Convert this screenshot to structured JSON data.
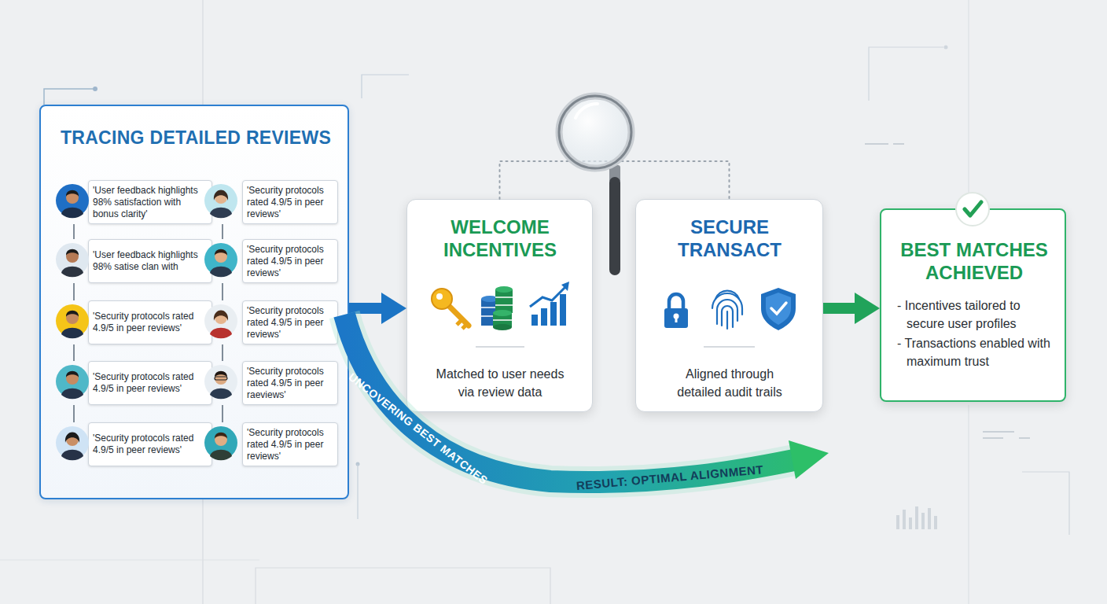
{
  "diagram": {
    "nodes": [
      {
        "text": [
          "TRACING DETAILED REVIEWS"
        ]
      },
      {
        "text": [
          "'User feedback highlights 98% satisfaction with bonus clarity'"
        ],
        "in": 0
      },
      {
        "text": [
          "'Security protocols rated 4.9/5 in peer reviews'"
        ],
        "in": 0
      },
      {
        "text": [
          "'User feedback highlights 98% satise clan with"
        ],
        "in": 0
      },
      {
        "text": [
          "'Security protocols rated 4.9/5 in peer reviews'"
        ],
        "in": 0
      },
      {
        "text": [
          "'Security protocols rated 4.9/5 in peer reviews'"
        ],
        "in": 0
      },
      {
        "text": [
          "'Security protocols rated 4.9/5 in peer reviews'"
        ],
        "in": 0
      },
      {
        "text": [
          "'Security protocols rated 4.9/5 in peer reviews'"
        ],
        "in": 0
      },
      {
        "text": [
          "'Security protocols rated 4.9/5 in peer raeviews'"
        ],
        "in": 0
      },
      {
        "text": [
          "'Security protocols rated 4.9/5 in peer reviews'"
        ],
        "in": 0
      },
      {
        "text": [
          "'Security protocols rated 4.9/5 in peer reviews'"
        ],
        "in": 0
      },
      {
        "text": [
          "WELCOME INCENTIVES",
          "Matched to user needs via review data"
        ]
      },
      {
        "text": [
          "SECURE TRANSACT",
          "Aligned through detailed audit trails"
        ]
      },
      {
        "text": [
          "BEST MATCHES ACHIEVED",
          "- Incentives tailored to secure user profiles",
          "- Transactions enabled with maximum trust"
        ]
      }
    ],
    "edges": [
      {
        "from": 1,
        "to": 3,
        "arrow": "none"
      },
      {
        "from": 3,
        "to": 5,
        "arrow": "none"
      },
      {
        "from": 5,
        "to": 7,
        "arrow": "none"
      },
      {
        "from": 7,
        "to": 9,
        "arrow": "none"
      },
      {
        "from": 2,
        "to": 4,
        "arrow": "none"
      },
      {
        "from": 4,
        "to": 6,
        "arrow": "none"
      },
      {
        "from": 6,
        "to": 8,
        "arrow": "none"
      },
      {
        "from": 8,
        "to": 10,
        "arrow": "none"
      },
      {
        "from": 0,
        "to": 11,
        "arrow": "to"
      },
      {
        "from": 11,
        "to": 12,
        "arrow": "none"
      },
      {
        "from": 12,
        "to": 13,
        "arrow": "to"
      }
    ],
    "labels": [
      "UNCOVERING BEST MATCHES",
      "RESULT: OPTIMAL ALIGNMENT"
    ]
  }
}
